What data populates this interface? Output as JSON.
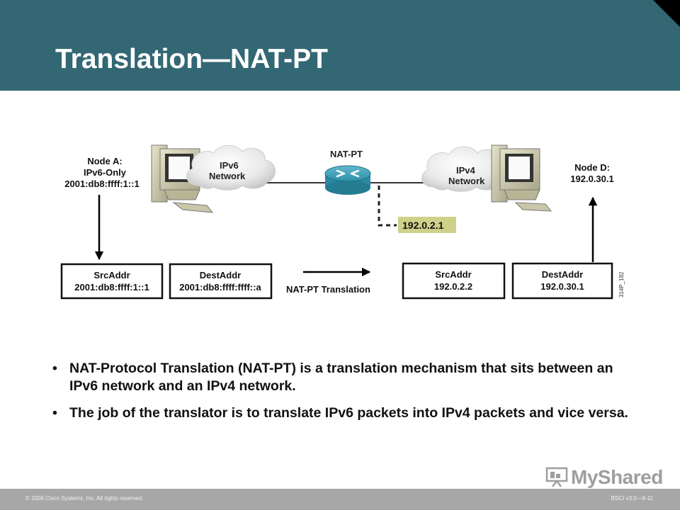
{
  "slide": {
    "title": "Translation—NAT-PT"
  },
  "diagram": {
    "node_a": [
      "Node A:",
      "IPv6-Only",
      "2001:db8:ffff:1::1"
    ],
    "node_d": [
      "Node D:",
      "192.0.30.1"
    ],
    "ipv6_cloud": [
      "IPv6",
      "Network"
    ],
    "ipv4_cloud": [
      "IPv4",
      "Network"
    ],
    "router_label": "NAT-PT",
    "router_address": "192.0.2.1",
    "translation_label": "NAT-PT Translation",
    "figure_code": "314P_182",
    "boxes": [
      {
        "field": "SrcAddr",
        "value": "2001:db8:ffff:1::1"
      },
      {
        "field": "DestAddr",
        "value": "2001:db8:ffff:ffff::a"
      },
      {
        "field": "SrcAddr",
        "value": "192.0.2.2"
      },
      {
        "field": "DestAddr",
        "value": "192.0.30.1"
      }
    ],
    "colors": {
      "router": "#2e8fa6",
      "address_highlight": "#cfd18a",
      "header": "#336774"
    }
  },
  "bullets": [
    "NAT-Protocol Translation (NAT-PT) is a translation mechanism that sits between an IPv6 network and an IPv4 network.",
    "The job of the translator is to translate IPv6 packets into IPv4 packets and vice versa."
  ],
  "footer": {
    "copyright": "© 2006 Cisco Systems, Inc. All rights reserved.",
    "course_code": "BSCI v3.0—8-11"
  },
  "watermark": {
    "text": "MyShared"
  }
}
